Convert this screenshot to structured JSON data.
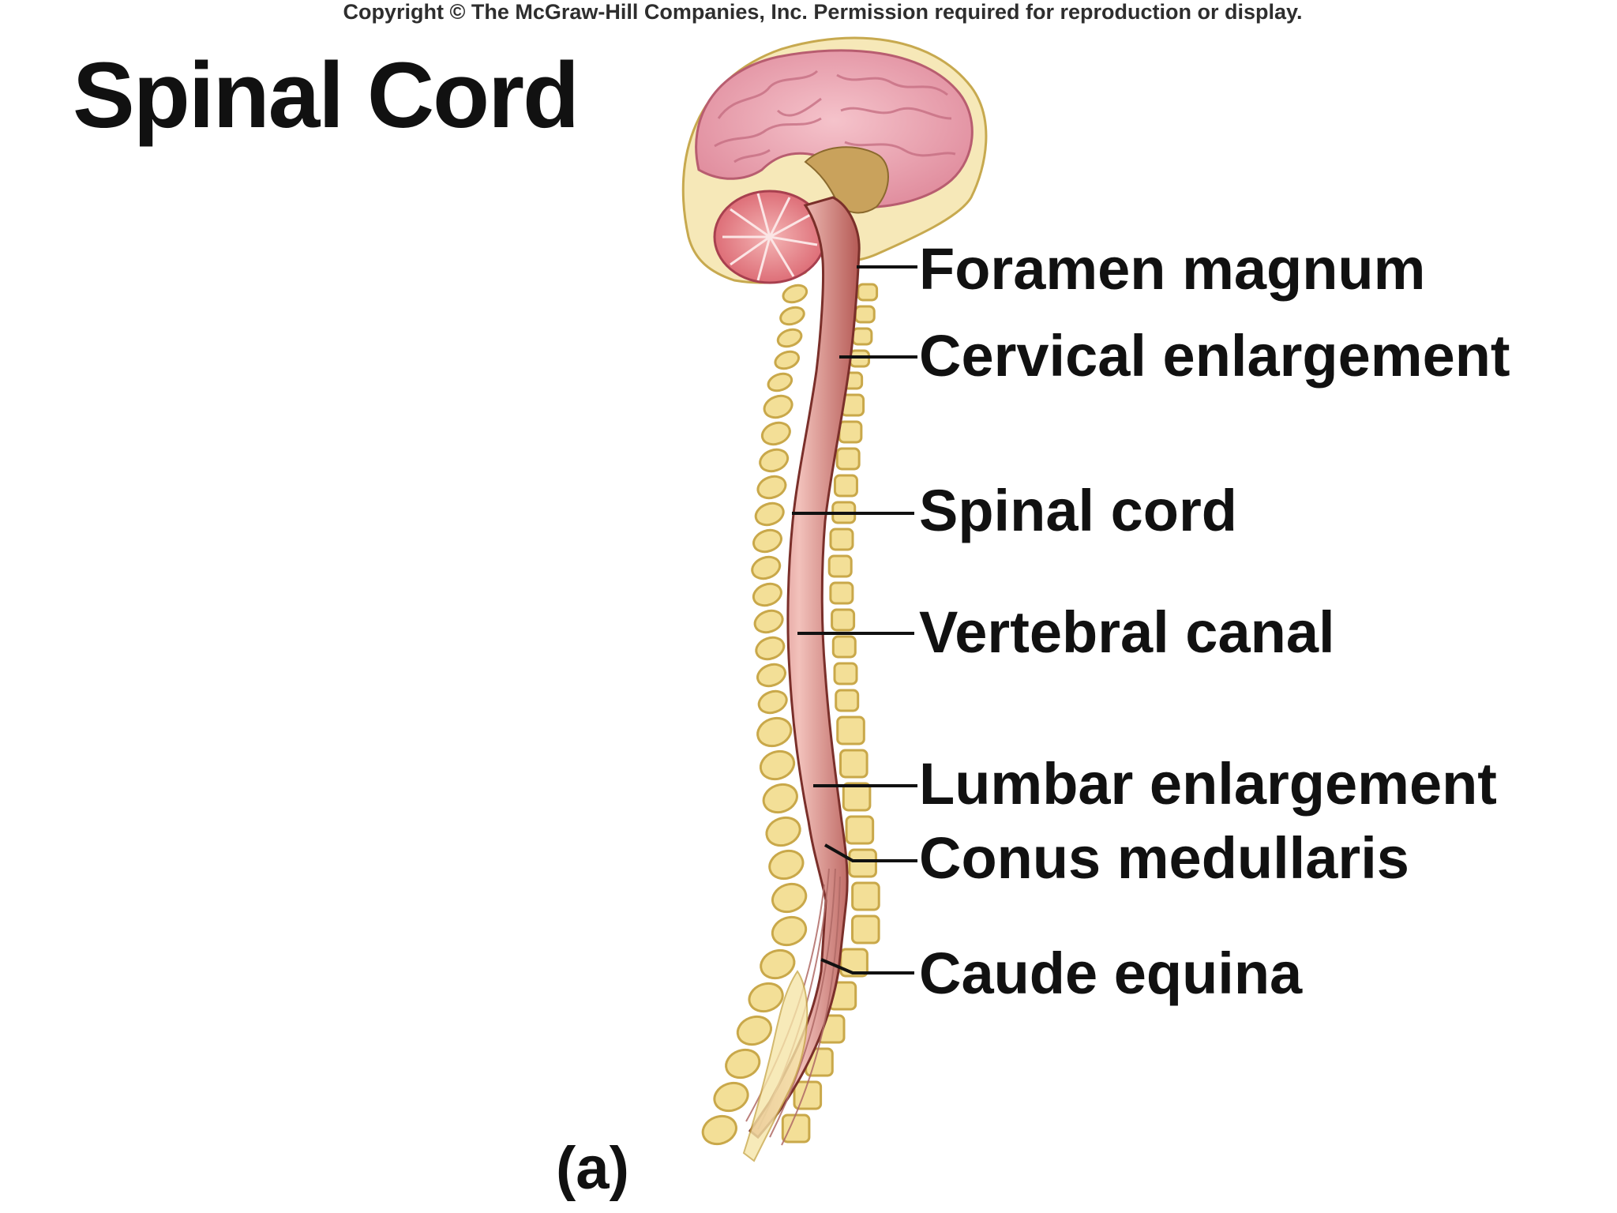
{
  "copyright": "Copyright © The McGraw-Hill Companies, Inc. Permission required for reproduction or display.",
  "title": "Spinal Cord",
  "panel_tag": "(a)",
  "labels": {
    "foramen_magnum": "Foramen magnum",
    "cervical_enlargement": "Cervical enlargement",
    "spinal_cord": "Spinal cord",
    "vertebral_canal": "Vertebral canal",
    "lumbar_enlargement": "Lumbar enlargement",
    "conus_medullaris": "Conus medullaris",
    "caude_equina": "Caude equina"
  },
  "colors": {
    "brain": "#eba9b4",
    "brain_fold": "#d98597",
    "skull": "#f4e5b0",
    "cord": "#e8a9a4",
    "cord_outline": "#7a2f2a",
    "vertebra": "#f1dc91",
    "vertebra_outline": "#c9a84a",
    "leader": "#111111"
  }
}
